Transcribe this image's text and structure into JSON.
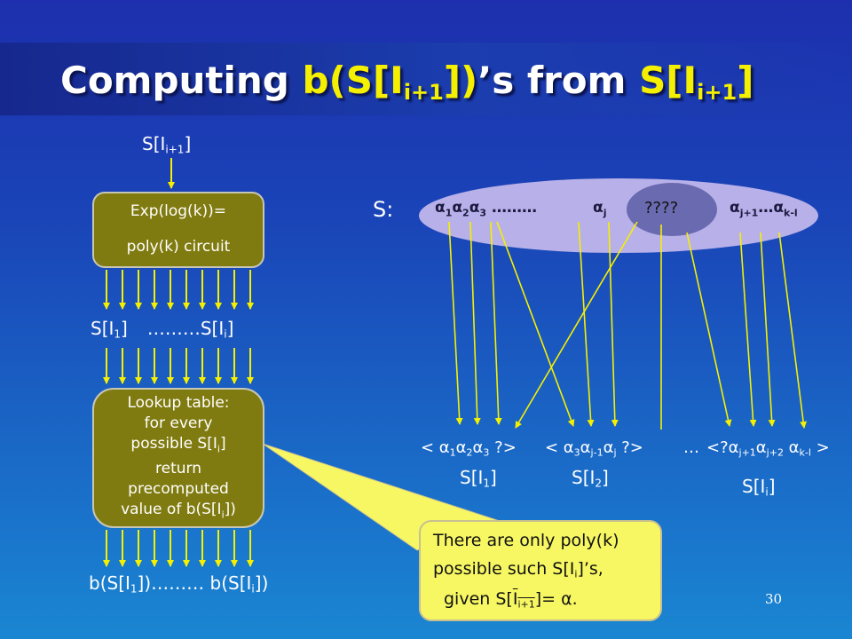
{
  "title": {
    "prefix": "Computing ",
    "b_open": "b(S[I",
    "b_sub": "i+1",
    "b_close": "])",
    "mid": "’s  from ",
    "s_open": "S[I",
    "s_sub": "i+1",
    "s_close": "]"
  },
  "left": {
    "input_open": "S[I",
    "input_sub": "i+1",
    "input_close": "]",
    "circuit_line1": "Exp(log(k))=",
    "circuit_line2": "poly(k) circuit",
    "mid_first_open": "S[I",
    "mid_first_sub": "1",
    "mid_first_close": "]",
    "mid_dots": "………S[I",
    "mid_last_sub": "i",
    "mid_last_close": "]",
    "lookup_line1": "Lookup table:",
    "lookup_line2": "for every",
    "lookup_line3_open": "possible S[I",
    "lookup_line3_sub": "i",
    "lookup_line3_close": "]",
    "lookup_line4": "return",
    "lookup_line5": "precomputed",
    "lookup_line6_open": "value of b(S[I",
    "lookup_line6_sub": "i",
    "lookup_line6_close": "])",
    "out_first_open": "b(S[I",
    "out_first_sub": "1",
    "out_first_close": "])………",
    "out_last_open": " b(S[I",
    "out_last_sub": "i",
    "out_last_close": "])"
  },
  "right": {
    "s_label": "S:",
    "ellipse_a1": "α",
    "ellipse_s1": "1",
    "ellipse_a2": "α",
    "ellipse_s2": "2",
    "ellipse_a3": "α",
    "ellipse_s3": "3",
    "ellipse_dots": " ………",
    "ellipse_aj": "α",
    "ellipse_sj": "j",
    "unknown": "????",
    "ellipse_aj1": "α",
    "ellipse_sj1": "j+1",
    "ellipse_dots2": "…",
    "ellipse_ak": "α",
    "ellipse_sk": "k-l",
    "tuple1_open": "< α",
    "tuple1_s1": "1",
    "tuple1_a2": "α",
    "tuple1_s2": "2",
    "tuple1_a3": "α",
    "tuple1_s3": "3",
    "tuple1_close": " ?>",
    "tuple2_open": "< α",
    "tuple2_s1": "3",
    "tuple2_a2": "α",
    "tuple2_s2": "j-1",
    "tuple2_a3": "α",
    "tuple2_s3": "j",
    "tuple2_close": " ?>",
    "tuple_dots": "…",
    "tuple3_open": "<?α",
    "tuple3_s1": "j+1",
    "tuple3_a2": "α",
    "tuple3_s2": "j+2",
    "tuple3_a3": " α",
    "tuple3_s3": "k-l",
    "tuple3_close": " >",
    "set1_open": "S[I",
    "set1_sub": "1",
    "set1_close": "]",
    "set2_open": "S[I",
    "set2_sub": "2",
    "set2_close": "]",
    "seti_open": "S[I",
    "seti_sub": "i",
    "seti_close": "]"
  },
  "callout": {
    "line1": "There are only poly(k)",
    "line2_open": "possible such S[I",
    "line2_sub": "i",
    "line2_close": "]’s,",
    "line3_open": "given S[",
    "line3_over": "I",
    "line3_sub": "i+1",
    "line3_close": "]= α."
  },
  "page_number": "30",
  "colors": {
    "background_top": "#1d2fae",
    "background_bottom": "#1a86d2",
    "title_highlight": "#f5f000",
    "box_fill": "#807b10",
    "arrow": "#f5f000",
    "ellipse_fill": "#b8b0e8",
    "ellipse_inner": "#6a6ab0",
    "callout_fill": "#f7f763"
  }
}
